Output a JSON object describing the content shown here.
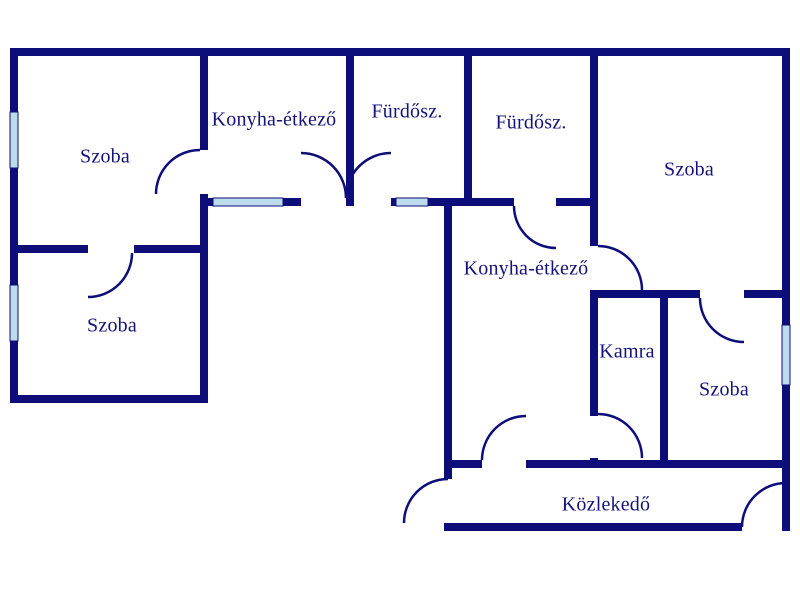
{
  "plan": {
    "type": "floor-plan",
    "language": "Hungarian"
  },
  "rooms": [
    {
      "id": "szoba-top-left",
      "label": "Szoba"
    },
    {
      "id": "konyha-etkezo-left",
      "label": "Konyha-étkező"
    },
    {
      "id": "furdoszoba-left",
      "label": "Fürdősz."
    },
    {
      "id": "furdoszoba-right",
      "label": "Fürdősz."
    },
    {
      "id": "szoba-top-right",
      "label": "Szoba"
    },
    {
      "id": "szoba-bottom-left",
      "label": "Szoba"
    },
    {
      "id": "konyha-etkezo-right",
      "label": "Konyha-étkező"
    },
    {
      "id": "kamra",
      "label": "Kamra"
    },
    {
      "id": "szoba-bottom-right",
      "label": "Szoba"
    },
    {
      "id": "kozlekedo",
      "label": "Közlekedő"
    }
  ],
  "colors": {
    "wall": "#0e0e7a",
    "window": "#bcdcee",
    "label": "#13137c",
    "background": "#ffffff"
  }
}
